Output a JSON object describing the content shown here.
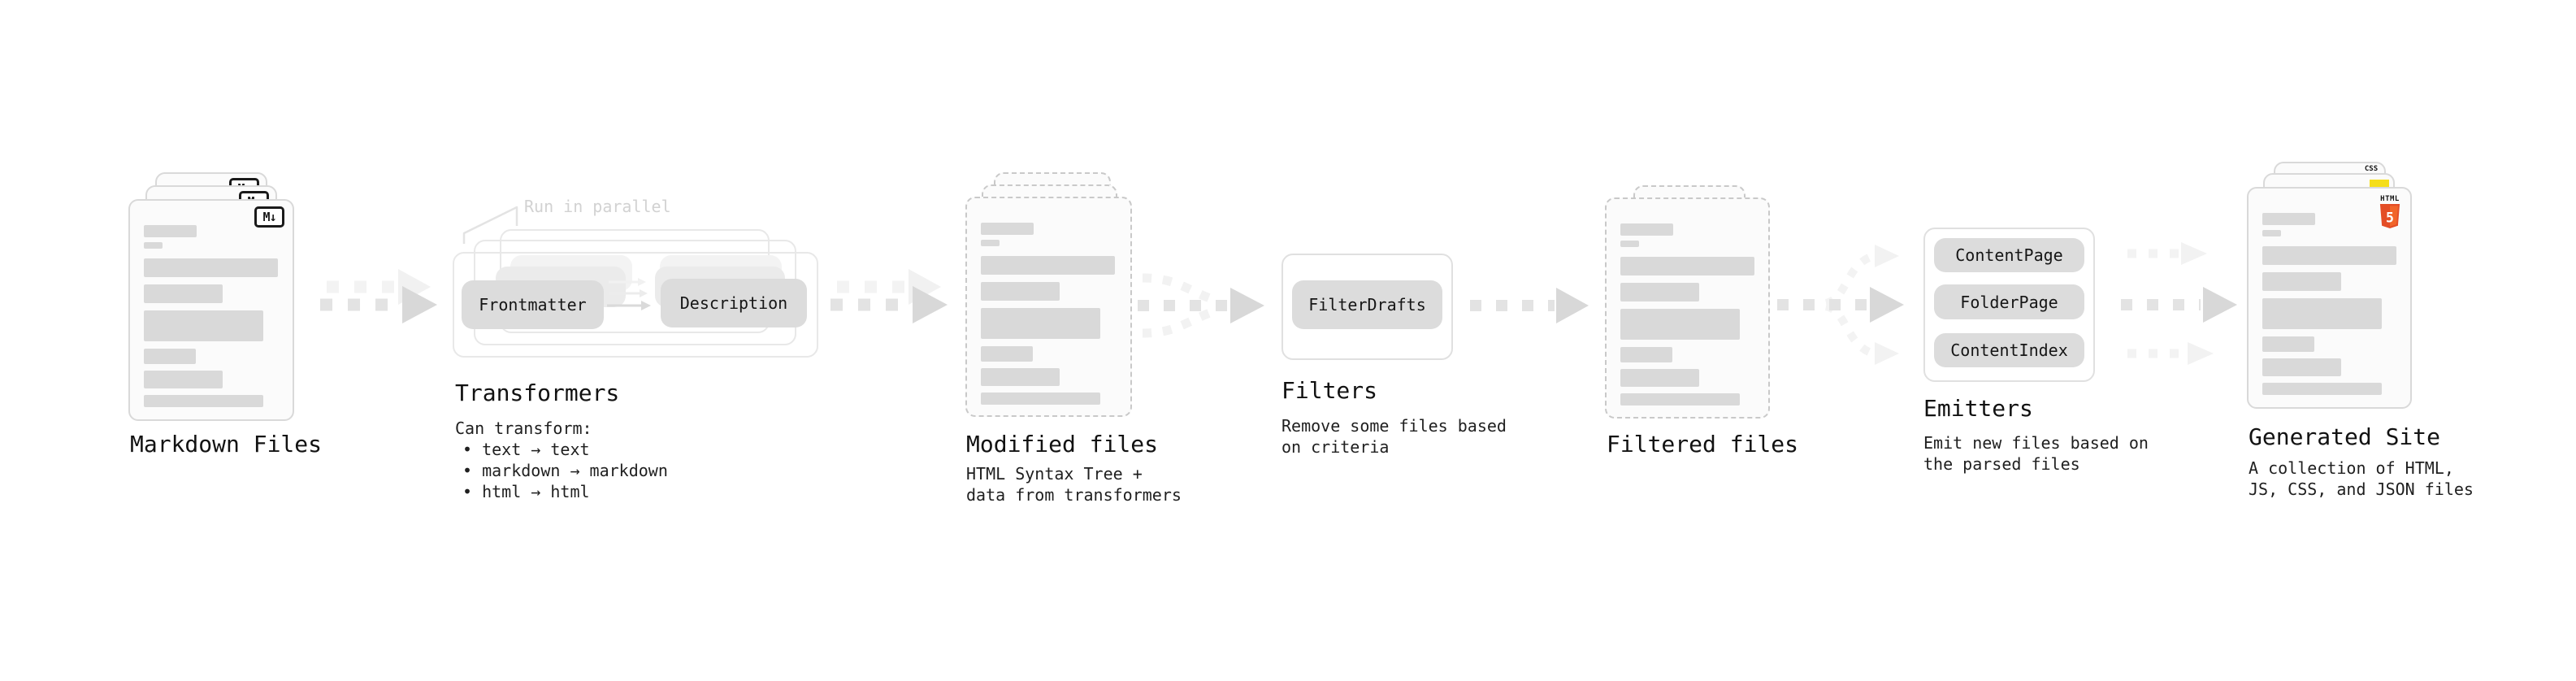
{
  "stages": {
    "markdown_files": {
      "title": "Markdown Files"
    },
    "transformers": {
      "title": "Transformers",
      "annotation": "Run in parallel",
      "pills": [
        "Frontmatter",
        "Description"
      ],
      "desc_lines": [
        "Can transform:",
        "• text → text",
        "• markdown → markdown",
        "• html → html"
      ]
    },
    "modified_files": {
      "title": "Modified files",
      "desc_lines": [
        "HTML Syntax Tree +",
        "data from transformers"
      ]
    },
    "filters": {
      "title": "Filters",
      "pills": [
        "FilterDrafts"
      ],
      "desc_lines": [
        "Remove some files based",
        "on criteria"
      ]
    },
    "filtered_files": {
      "title": "Filtered files"
    },
    "emitters": {
      "title": "Emitters",
      "pills": [
        "ContentPage",
        "FolderPage",
        "ContentIndex"
      ],
      "desc_lines": [
        "Emit new files based on",
        "the parsed files"
      ]
    },
    "generated_site": {
      "title": "Generated Site",
      "desc_lines": [
        "A collection of HTML,",
        "JS, CSS, and JSON files"
      ]
    }
  },
  "icons": {
    "markdown_badge": "M↓",
    "html5_wordmark": "HTML",
    "html5_number": "5",
    "css_badge": "CSS"
  },
  "colors": {
    "arrow": "#d8d8d8",
    "arrow_faint": "#f2f2f2",
    "card_border": "#d9d9d9",
    "skeleton_bar": "#d9d9d9",
    "pill": "#dcdcdc",
    "html5_orange": "#e44d26",
    "js_yellow": "#f5de19",
    "css_blue": "#2b66f6"
  }
}
